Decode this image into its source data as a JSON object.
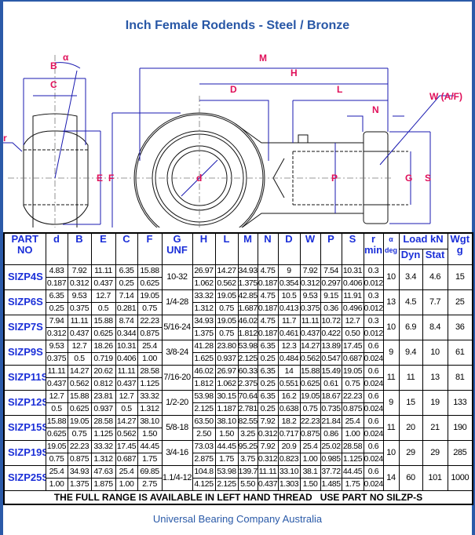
{
  "title": "Inch Female Rodends - Steel / Bronze",
  "drawing_labels": {
    "M": "M",
    "H": "H",
    "D": "D",
    "L": "L",
    "N": "N",
    "W": "W (A/F)",
    "B": "B",
    "C": "C",
    "alpha": "α",
    "r": "r",
    "E": "E",
    "F": "F",
    "d": "d",
    "P": "P",
    "G": "G",
    "S": "S"
  },
  "table": {
    "headers": {
      "part": "PART",
      "part2": "NO",
      "d": "d",
      "B": "B",
      "E": "E",
      "C": "C",
      "F": "F",
      "G": "G",
      "G2": "UNF",
      "H": "H",
      "L": "L",
      "M": "M",
      "N": "N",
      "D": "D",
      "W": "W",
      "P": "P",
      "S": "S",
      "r": "r",
      "r2": "min",
      "alpha": "α",
      "alpha2": "deg",
      "load": "Load kN",
      "dyn": "Dyn",
      "stat": "Stat",
      "wgt": "Wgt",
      "wgt2": "g"
    },
    "rows": [
      {
        "part": "SIZP4S",
        "metric": [
          "4.83",
          "7.92",
          "11.11",
          "6.35",
          "15.88",
          "26.97",
          "14.27",
          "34.93",
          "4.75",
          "9",
          "7.92",
          "7.54",
          "10.31",
          "0.3"
        ],
        "inch": [
          "0.187",
          "0.312",
          "0.437",
          "0.25",
          "0.625",
          "1.062",
          "0.562",
          "1.375",
          "0.187",
          "0.354",
          "0.312",
          "0.297",
          "0.406",
          "0.012"
        ],
        "G": "10-32",
        "alpha": "10",
        "dyn": "3.4",
        "stat": "4.6",
        "wgt": "15"
      },
      {
        "part": "SIZP6S",
        "metric": [
          "6.35",
          "9.53",
          "12.7",
          "7.14",
          "19.05",
          "33.32",
          "19.05",
          "42.85",
          "4.75",
          "10.5",
          "9.53",
          "9.15",
          "11.91",
          "0.3"
        ],
        "inch": [
          "0.25",
          "0.375",
          "0.5",
          "0.281",
          "0.75",
          "1.312",
          "0.75",
          "1.687",
          "0.187",
          "0.413",
          "0.375",
          "0.36",
          "0.496",
          "0.012"
        ],
        "G": "1/4-28",
        "alpha": "13",
        "dyn": "4.5",
        "stat": "7.7",
        "wgt": "25"
      },
      {
        "part": "SIZP7S",
        "metric": [
          "7.94",
          "11.11",
          "15.88",
          "8.74",
          "22.23",
          "34.93",
          "19.05",
          "46.02",
          "4.75",
          "11.7",
          "11.11",
          "10.72",
          "12.7",
          "0.3"
        ],
        "inch": [
          "0.312",
          "0.437",
          "0.625",
          "0.344",
          "0.875",
          "1.375",
          "0.75",
          "1.812",
          "0.187",
          "0.461",
          "0.437",
          "0.422",
          "0.50",
          "0.012"
        ],
        "G": "5/16-24",
        "alpha": "10",
        "dyn": "6.9",
        "stat": "8.4",
        "wgt": "36"
      },
      {
        "part": "SIZP9S",
        "metric": [
          "9.53",
          "12.7",
          "18.26",
          "10.31",
          "25.4",
          "41.28",
          "23.80",
          "53.98",
          "6.35",
          "12.3",
          "14.27",
          "13.89",
          "17.45",
          "0.6"
        ],
        "inch": [
          "0.375",
          "0.5",
          "0.719",
          "0.406",
          "1.00",
          "1.625",
          "0.937",
          "2.125",
          "0.25",
          "0.484",
          "0.562",
          "0.547",
          "0.687",
          "0.024"
        ],
        "G": "3/8-24",
        "alpha": "9",
        "dyn": "9.4",
        "stat": "10",
        "wgt": "61"
      },
      {
        "part": "SIZP11S",
        "metric": [
          "11.11",
          "14.27",
          "20.62",
          "11.11",
          "28.58",
          "46.02",
          "26.97",
          "60.33",
          "6.35",
          "14",
          "15.88",
          "15.49",
          "19.05",
          "0.6"
        ],
        "inch": [
          "0.437",
          "0.562",
          "0.812",
          "0.437",
          "1.125",
          "1.812",
          "1.062",
          "2.375",
          "0.25",
          "0.551",
          "0.625",
          "0.61",
          "0.75",
          "0.024"
        ],
        "G": "7/16-20",
        "alpha": "11",
        "dyn": "11",
        "stat": "13",
        "wgt": "81"
      },
      {
        "part": "SIZP12S",
        "metric": [
          "12.7",
          "15.88",
          "23.81",
          "12.7",
          "33.32",
          "53.98",
          "30.15",
          "70.64",
          "6.35",
          "16.2",
          "19.05",
          "18.67",
          "22.23",
          "0.6"
        ],
        "inch": [
          "0.5",
          "0.625",
          "0.937",
          "0.5",
          "1.312",
          "2.125",
          "1.187",
          "2.781",
          "0.25",
          "0.638",
          "0.75",
          "0.735",
          "0.875",
          "0.024"
        ],
        "G": "1/2-20",
        "alpha": "9",
        "dyn": "15",
        "stat": "19",
        "wgt": "133"
      },
      {
        "part": "SIZP15S",
        "metric": [
          "15.88",
          "19.05",
          "28.58",
          "14.27",
          "38.10",
          "63.50",
          "38.10",
          "82.55",
          "7.92",
          "18.2",
          "22.23",
          "21.84",
          "25.4",
          "0.6"
        ],
        "inch": [
          "0.625",
          "0.75",
          "1.125",
          "0.562",
          "1.50",
          "2.50",
          "1.50",
          "3.25",
          "0.312",
          "0.717",
          "0.875",
          "0.86",
          "1.00",
          "0.024"
        ],
        "G": "5/8-18",
        "alpha": "11",
        "dyn": "20",
        "stat": "21",
        "wgt": "190"
      },
      {
        "part": "SIZP19S",
        "metric": [
          "19.05",
          "22.23",
          "33.32",
          "17.45",
          "44.45",
          "73.03",
          "44.45",
          "95.25",
          "7.92",
          "20.9",
          "25.4",
          "25.02",
          "28.58",
          "0.6"
        ],
        "inch": [
          "0.75",
          "0.875",
          "1.312",
          "0.687",
          "1.75",
          "2.875",
          "1.75",
          "3.75",
          "0.312",
          "0.823",
          "1.00",
          "0.985",
          "1.125",
          "0.024"
        ],
        "G": "3/4-16",
        "alpha": "10",
        "dyn": "29",
        "stat": "29",
        "wgt": "285"
      },
      {
        "part": "SIZP25S",
        "metric": [
          "25.4",
          "34.93",
          "47.63",
          "25.4",
          "69.85",
          "104.8",
          "53.98",
          "139.7",
          "11.11",
          "33.10",
          "38.1",
          "37.72",
          "44.45",
          "0.6"
        ],
        "inch": [
          "1.00",
          "1.375",
          "1.875",
          "1.00",
          "2.75",
          "4.125",
          "2.125",
          "5.50",
          "0.437",
          "1.303",
          "1.50",
          "1.485",
          "1.75",
          "0.024"
        ],
        "G": "1.1/4-12",
        "alpha": "14",
        "dyn": "60",
        "stat": "101",
        "wgt": "1000"
      }
    ],
    "note": "THE FULL RANGE IS AVAILABLE IN LEFT HAND THREAD   USE PART NO SILZP-S"
  },
  "footer": "Universal Bearing Company Australia",
  "colors": {
    "frame": "#2b5aa8",
    "header_text": "#1b2fd8",
    "dimension_label": "#e0105a",
    "dimension_line": "#1a1ab0"
  }
}
